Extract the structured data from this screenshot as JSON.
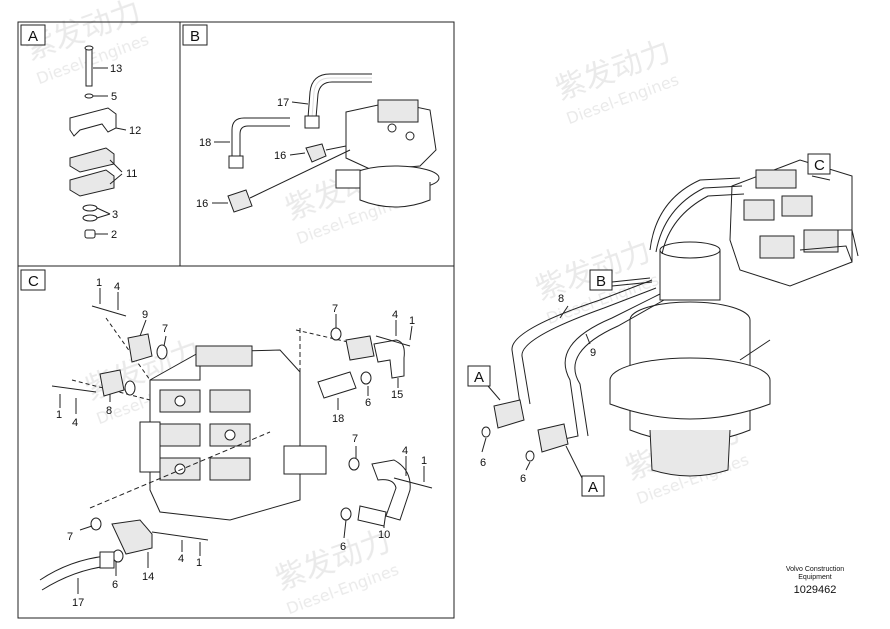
{
  "watermark": {
    "brand_cn": "紫发动力",
    "brand_en": "Diesel-Engines"
  },
  "panels": {
    "a": {
      "letter": "A",
      "callouts": [
        "13",
        "5",
        "12",
        "11",
        "3",
        "2"
      ]
    },
    "b": {
      "letter": "B",
      "callouts": [
        "17",
        "18",
        "16",
        "16"
      ]
    },
    "c": {
      "letter": "C",
      "callouts": [
        "1",
        "4",
        "9",
        "7",
        "8",
        "1",
        "4",
        "7",
        "4",
        "1",
        "6",
        "15",
        "18",
        "7",
        "4",
        "1",
        "7",
        "6",
        "14",
        "4",
        "1",
        "17",
        "10",
        "6"
      ]
    }
  },
  "overview": {
    "ref_c": "C",
    "ref_b": "B",
    "ref_a1": "A",
    "ref_a2": "A",
    "callouts": [
      "8",
      "9",
      "6",
      "6"
    ]
  },
  "footer": {
    "line1": "Volvo Construction",
    "line2": "Equipment",
    "number": "1029462"
  }
}
